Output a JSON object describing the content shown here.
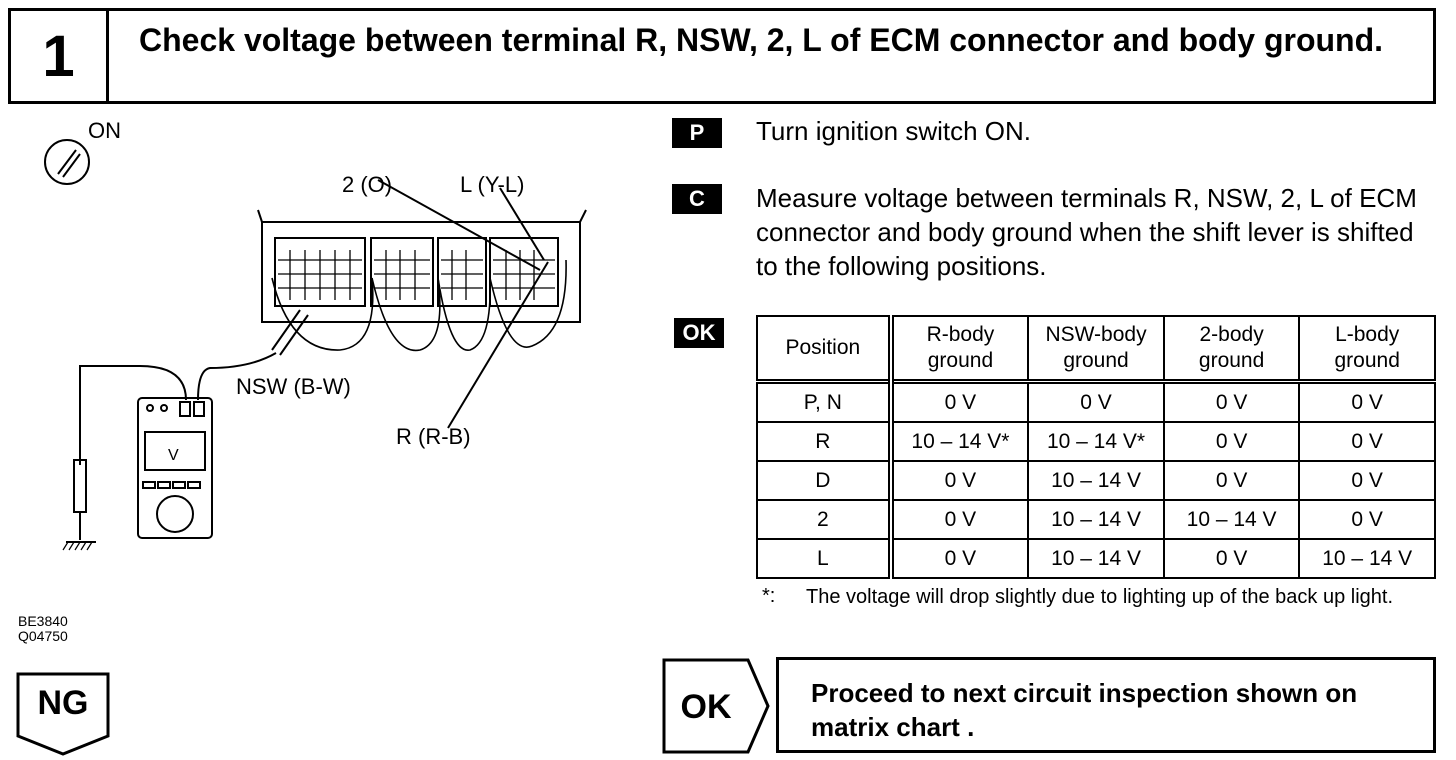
{
  "header": {
    "step_number": "1",
    "title": "Check voltage between terminal R, NSW, 2, L of ECM connector and body ground."
  },
  "diagram": {
    "ignition_label": "ON",
    "terminal_2": "2 (O)",
    "terminal_l": "L (Y-L)",
    "terminal_nsw": "NSW (B-W)",
    "terminal_r": "R (R-B)",
    "meter_label": "V"
  },
  "figure_ids": [
    "BE3840",
    "Q04750"
  ],
  "instructions": [
    {
      "badge": "P",
      "text": "Turn ignition switch ON."
    },
    {
      "badge": "C",
      "text": "Measure voltage between terminals R, NSW, 2, L of ECM connector and body ground when the shift lever is shifted to the following positions."
    }
  ],
  "ok_badge": "OK",
  "table": {
    "headers": [
      "Position",
      "R-body ground",
      "NSW-body ground",
      "2-body ground",
      "L-body ground"
    ],
    "rows": [
      [
        "P, N",
        "0 V",
        "0 V",
        "0 V",
        "0 V"
      ],
      [
        "R",
        "10 – 14 V*",
        "10 – 14 V*",
        "0 V",
        "0 V"
      ],
      [
        "D",
        "0 V",
        "10 – 14 V",
        "0 V",
        "0 V"
      ],
      [
        "2",
        "0 V",
        "10 – 14 V",
        "10 – 14 V",
        "0 V"
      ],
      [
        "L",
        "0 V",
        "10 – 14 V",
        "0 V",
        "10 – 14 V"
      ]
    ]
  },
  "note": {
    "mark": "*:",
    "text": "The voltage will drop slightly due to lighting up of the back up light."
  },
  "ng_label": "NG",
  "ok_label": "OK",
  "ok_result": "Proceed to next circuit inspection shown on matrix chart ."
}
